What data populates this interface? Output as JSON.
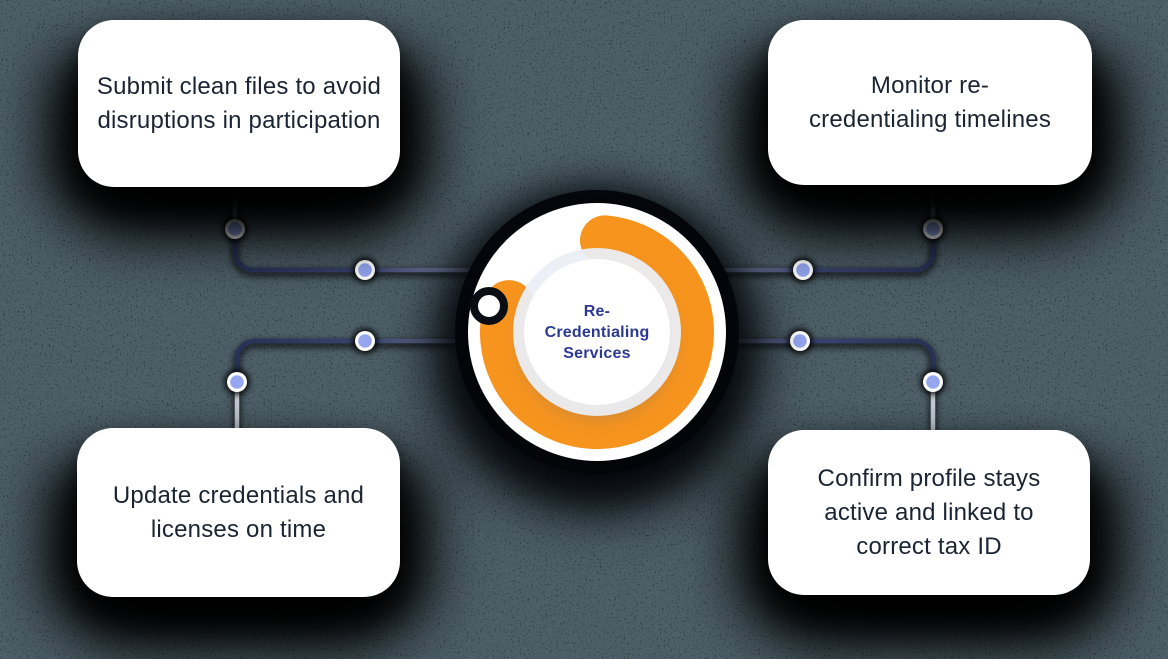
{
  "diagram": {
    "hub": {
      "title": "Re-\nCredentialing\nServices",
      "title_color": "#2B3990",
      "arc_color": "#F7941E"
    },
    "cards": [
      {
        "position": "top-left",
        "text": "Submit clean files to avoid disruptions in participation"
      },
      {
        "position": "top-right",
        "text": "Monitor re-credentialing timelines"
      },
      {
        "position": "bottom-left",
        "text": "Update credentials and licenses on time"
      },
      {
        "position": "bottom-right",
        "text": "Confirm profile stays active and linked to correct tax ID"
      }
    ],
    "colors": {
      "background": "#4E5F68",
      "card_background": "#FFFFFF",
      "card_text": "#1B2433",
      "connector_dark": "#2C3766",
      "connector_light": "#99A0B8",
      "connector_stub": "#C3C7D1",
      "node_fill": "#96A7F2",
      "node_ring": "#FFFFFF",
      "shadow": "#000000"
    }
  }
}
